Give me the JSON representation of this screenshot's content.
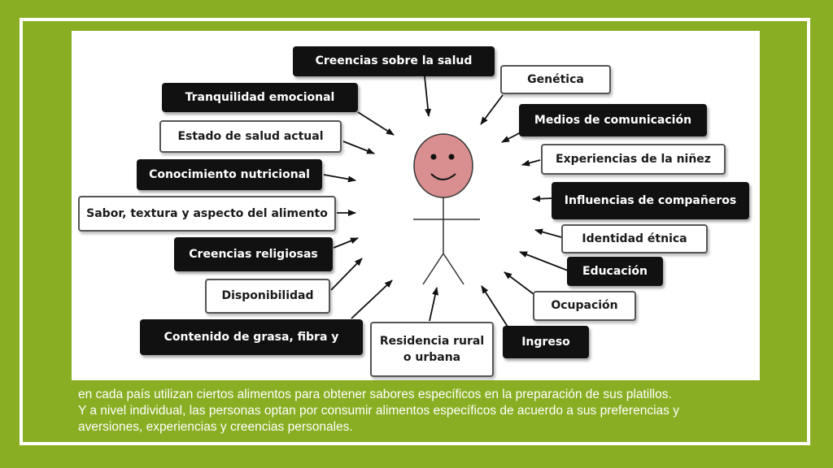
{
  "boxes": {
    "creencias_salud": "Creencias sobre la salud",
    "genetica": "Genética",
    "tranquilidad": "Tranquilidad emocional",
    "medios": "Medios de comunicación",
    "estado_salud": "Estado de salud actual",
    "experiencias_ninez": "Experiencias de la niñez",
    "conocimiento": "Conocimiento nutricional",
    "influencias": "Influencias de compañeros",
    "sabor": "Sabor, textura y aspecto del alimento",
    "identidad": "Identidad étnica",
    "religiosas": "Creencias religiosas",
    "educacion": "Educación",
    "disponibilidad": "Disponibilidad",
    "ocupacion": "Ocupación",
    "contenido": "Contenido de grasa, fibra y",
    "residencia": "Residencia rural o urbana",
    "ingreso": "Ingreso"
  },
  "caption": {
    "line1": "en cada país utilizan ciertos alimentos para obtener sabores específicos en la preparación de sus platillos.",
    "line2": "Y a nivel individual, las personas optan por consumir alimentos específicos de acuerdo a sus preferencias y",
    "line3": "aversiones, experiencias y creencias personales."
  },
  "colors": {
    "background": "#8aae23",
    "face": "#d98f8f",
    "box_dark": "#111111"
  }
}
